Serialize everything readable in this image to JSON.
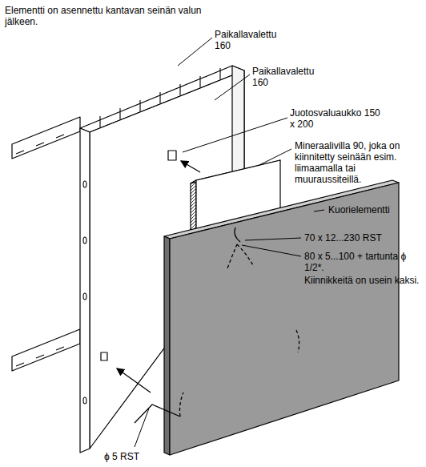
{
  "diagram": {
    "title": "Elementti on asennettu kantavan seinän valun jälkeen.",
    "labels": [
      "Paikallavalettu 160",
      "Paikallavalettu 160",
      "Juotosvaluaukko 150 x 200",
      "Mineraalivilla 90, joka on kiinnitetty seinään esim. liimaamalla tai muuraussiteillä.",
      "Kuorielementti",
      "70 x 12...230 RST",
      "80 x 5...100 + tartunta ϕ 1/2*.",
      "Kiinnikkeitä on usein kaksi.",
      "ϕ 5 RST"
    ]
  }
}
